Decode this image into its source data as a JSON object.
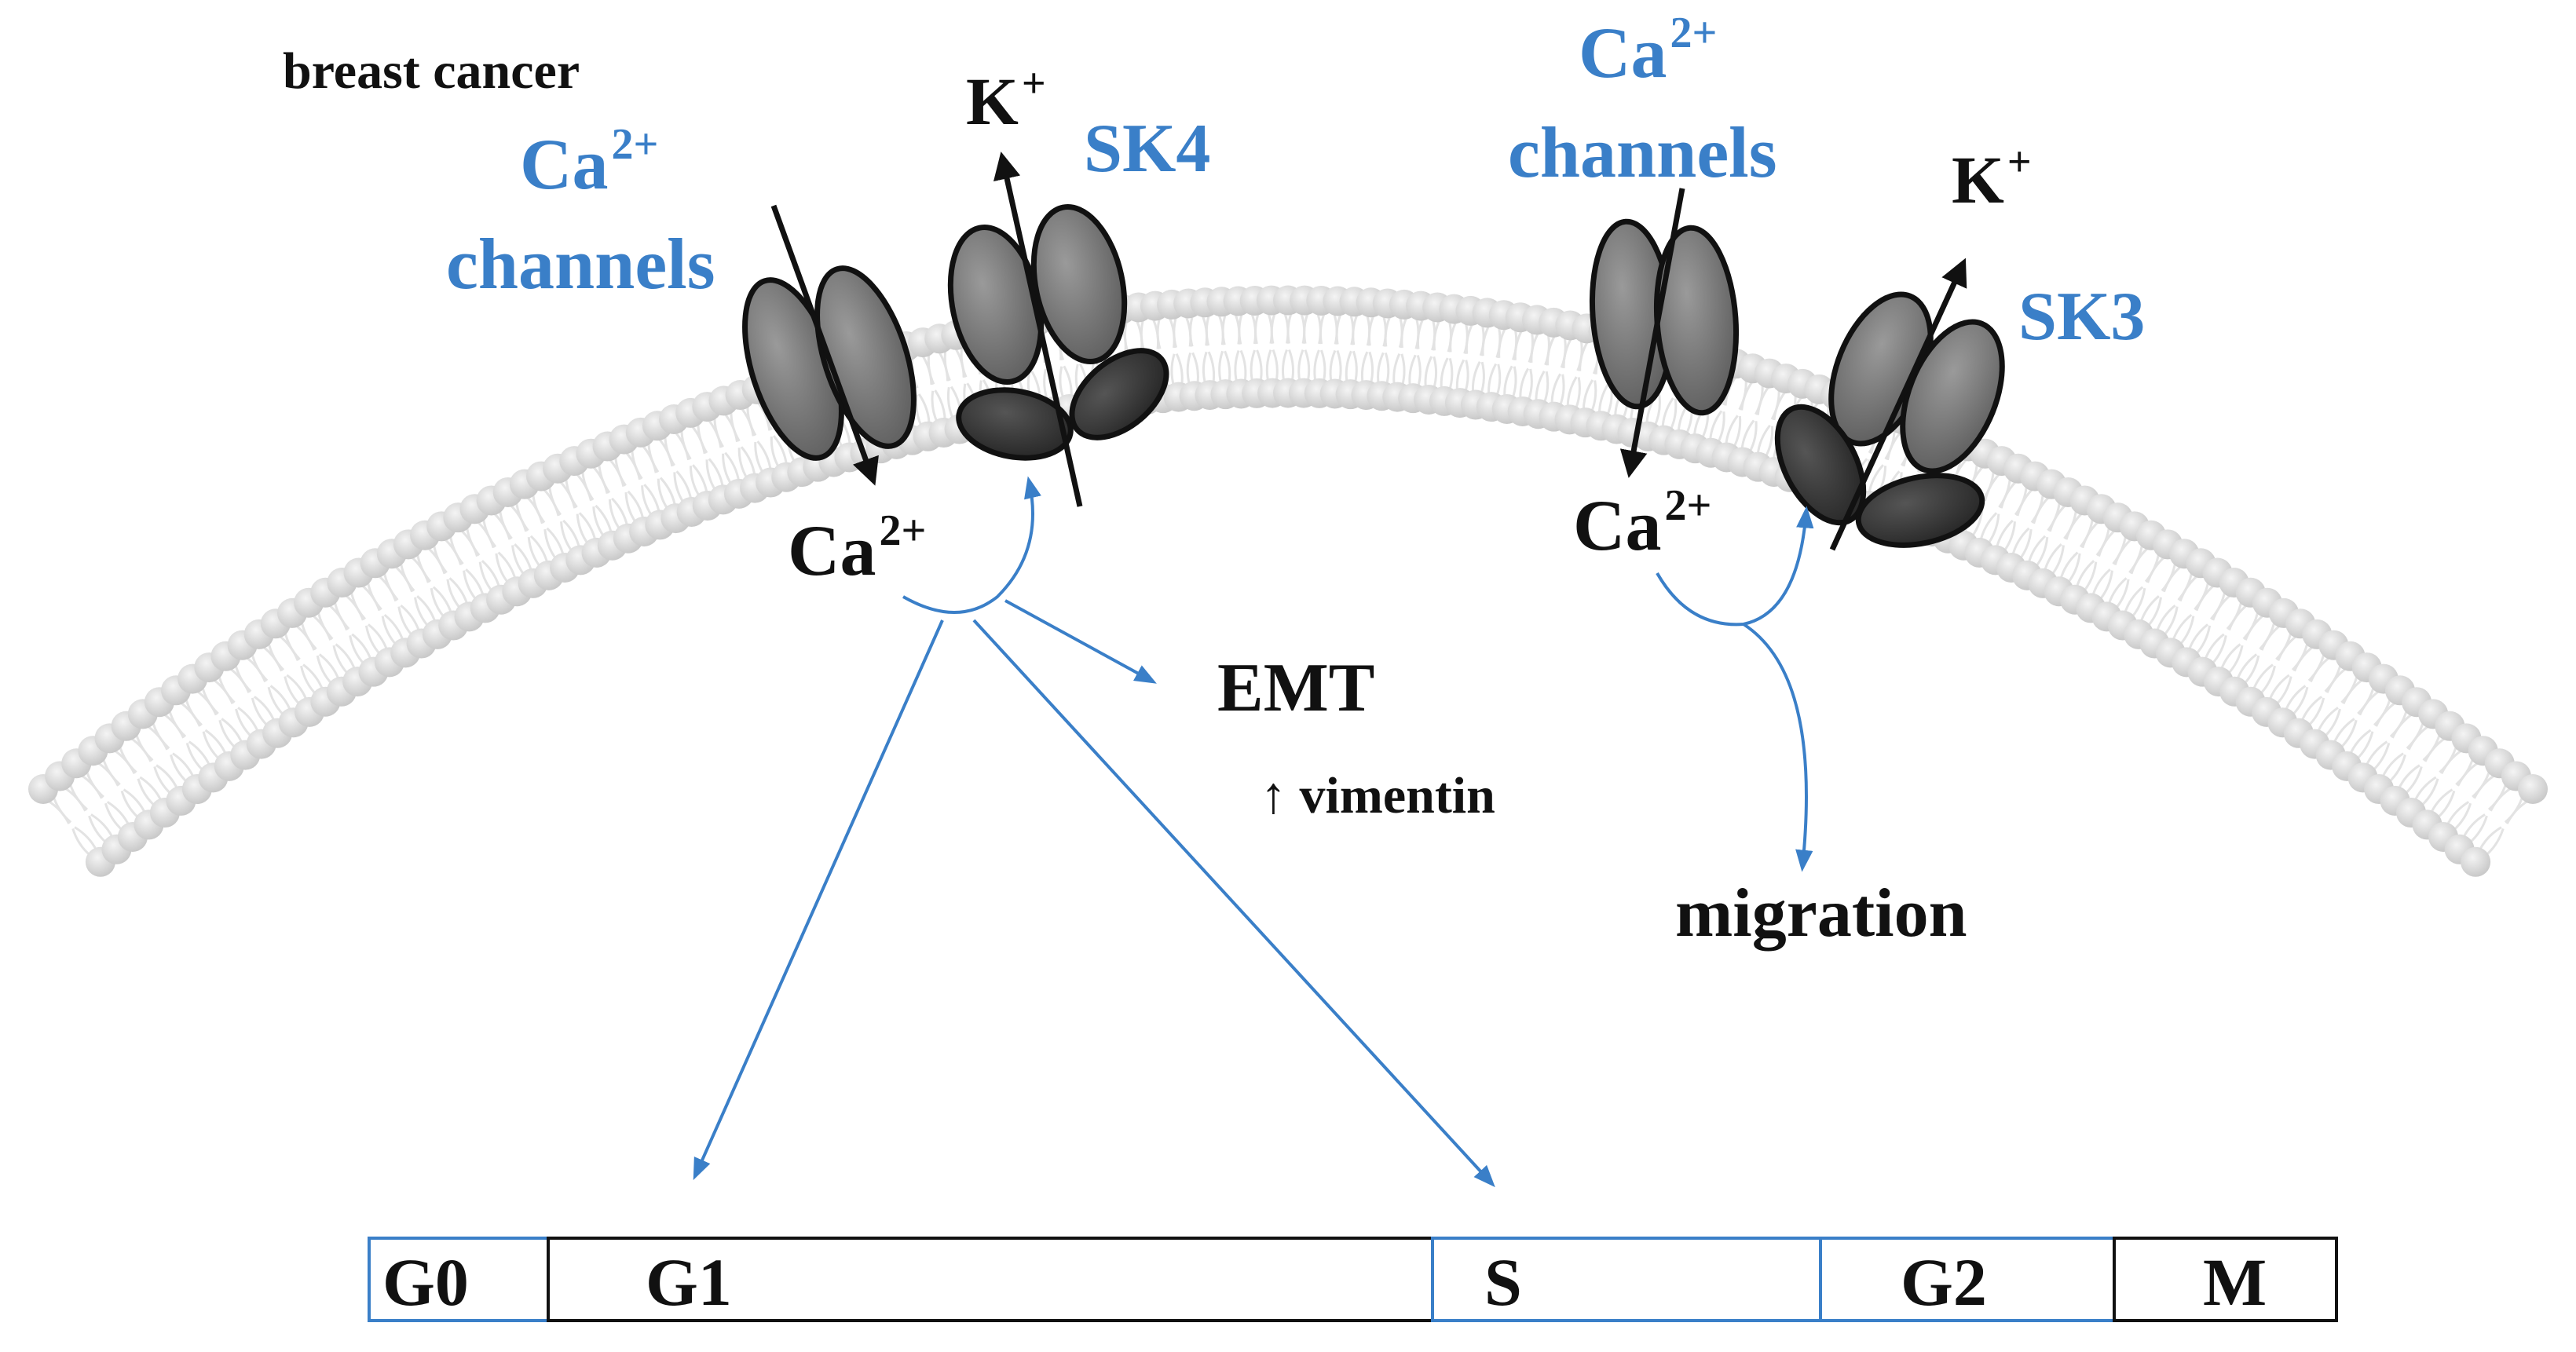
{
  "colors": {
    "accent_blue": "#3a7fc8",
    "arrow_blue": "#3a7fc8",
    "membrane_bead": "#d6d6d6",
    "membrane_tail": "#e6e6e6",
    "channel_light": "#7b7b7b",
    "channel_dark": "#3a3a3a",
    "ink": "#111111"
  },
  "labels": {
    "context": "breast cancer",
    "left_channel_ca": "Ca",
    "left_channel_ca_sup": "2+",
    "left_channel_word": "channels",
    "left_k": "K",
    "left_k_sup": "+",
    "sk4": "SK4",
    "left_ca_intra": "Ca",
    "left_ca_intra_sup": "2+",
    "emt": "EMT",
    "vimentin": "↑ vimentin",
    "right_channel_ca": "Ca",
    "right_channel_ca_sup": "2+",
    "right_channel_word": "channels",
    "right_k": "K",
    "right_k_sup": "+",
    "sk3": "SK3",
    "right_ca_intra": "Ca",
    "right_ca_intra_sup": "2+",
    "migration": "migration"
  },
  "cell_cycle": {
    "phases": [
      "G0",
      "G1",
      "S",
      "G2",
      "M"
    ]
  }
}
